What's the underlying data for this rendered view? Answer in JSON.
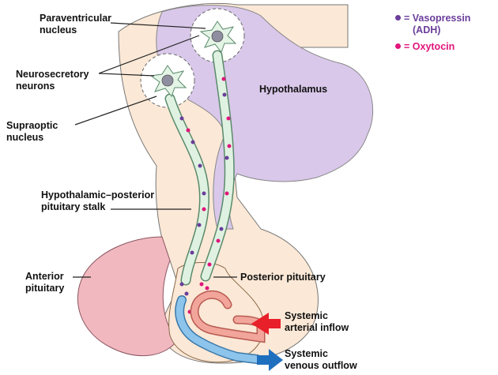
{
  "labels": {
    "paraventricular_1": "Paraventricular",
    "paraventricular_2": "nucleus",
    "neurosecretory_1": "Neurosecretory",
    "neurosecretory_2": "neurons",
    "supraoptic_1": "Supraoptic",
    "supraoptic_2": "nucleus",
    "hypothalamus": "Hypothalamus",
    "stalk_1": "Hypothalamic–posterior",
    "stalk_2": "pituitary stalk",
    "anterior_1": "Anterior",
    "anterior_2": "pituitary",
    "posterior": "Posterior pituitary",
    "arterial_1": "Systemic",
    "arterial_2": "arterial inflow",
    "venous_1": "Systemic",
    "venous_2": "venous outflow"
  },
  "legend": {
    "vasopressin_1": "= Vasopressin",
    "vasopressin_2": "(ADH)",
    "oxytocin": "= Oxytocin"
  },
  "colors": {
    "vasopressin": "#6a3d9a",
    "oxytocin": "#e0157a",
    "arterial_arrow": "#e8202a",
    "venous_arrow": "#1f6fbf"
  }
}
